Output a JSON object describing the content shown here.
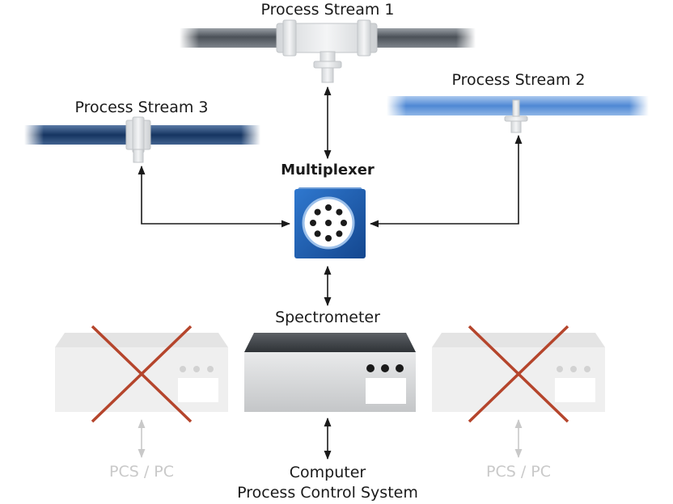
{
  "labels": {
    "stream1": "Process Stream 1",
    "stream2": "Process Stream 2",
    "stream3": "Process Stream 3",
    "multiplexer": "Multiplexer",
    "spectrometer": "Spectrometer",
    "pcs_left": "PCS / PC",
    "pcs_right": "PCS / PC",
    "computer_line1": "Computer",
    "computer_line2": "Process Control System"
  },
  "colors": {
    "stream1_pipe": "#555b62",
    "stream2_pipe": "#4f88d4",
    "stream3_pipe": "#1f3f6e",
    "multiplexer": "#1f5eb0",
    "cross": "#b5452c",
    "faded_device": "#ececec",
    "arrow": "#1a1a1a",
    "faded_arrow": "#c9c9c9"
  },
  "icons": [
    "pipe",
    "tee-fitting",
    "multiplexer-box",
    "spectrometer-device",
    "cross-out-mark",
    "bidirectional-arrow"
  ]
}
